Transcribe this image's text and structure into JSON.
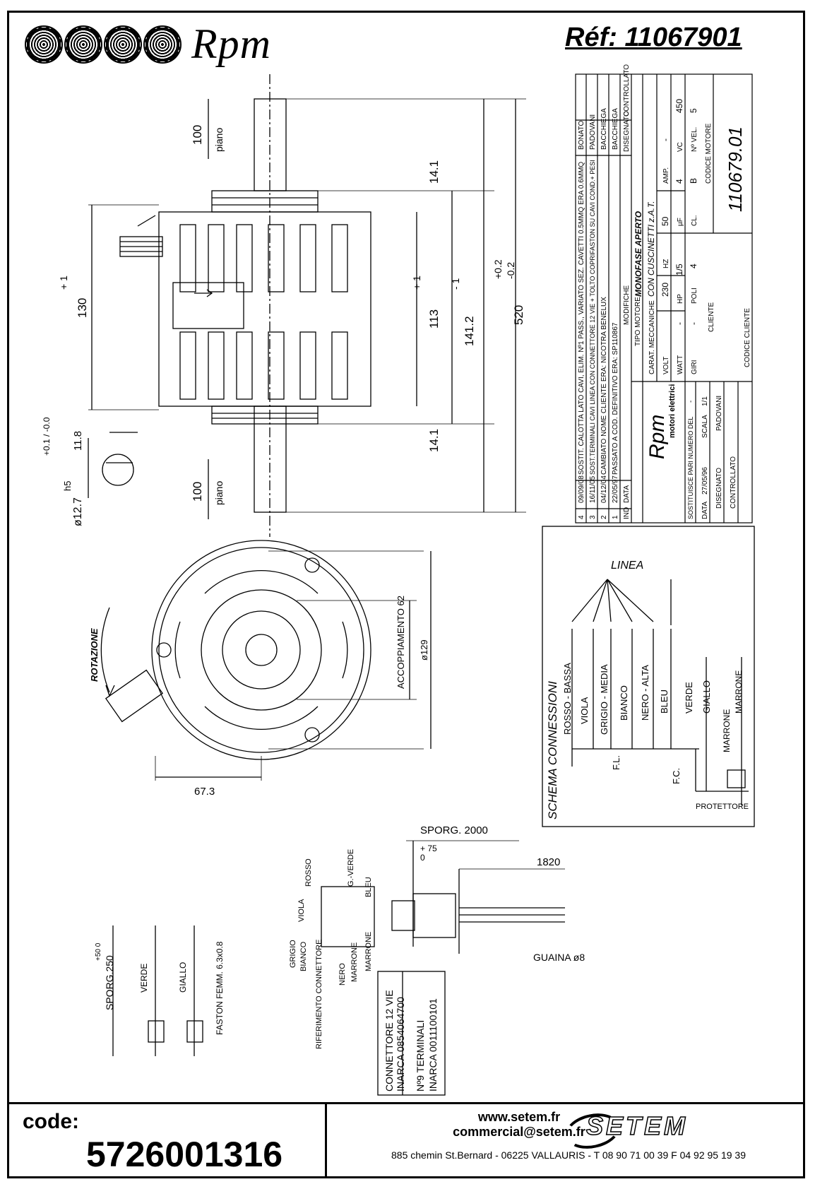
{
  "header": {
    "brand": "Rpm",
    "reference": "Réf: 11067901"
  },
  "dimensions": {
    "plano_top": "100",
    "plano_label": "piano",
    "shaft_left": "14.1",
    "shaft_right": "14.1",
    "body_height": "130",
    "tol_plus1": "+ 1",
    "tol_minus1": "- 1",
    "inner_113": "113",
    "overall_141": "141.2",
    "tol_p02": "+0.2",
    "tol_m02": "-0.2",
    "total_520": "520",
    "plano_bottom": "100",
    "shaft_dia": "ø12.7",
    "shaft_tol": "h5",
    "flat_118": "11.8",
    "flat_tol": "+0.1 / -0.0",
    "accoppiamento": "ACCOPPIAMENTO 62",
    "dia_129": "ø129",
    "dim_673": "67.3",
    "rotazione": "ROTAZIONE",
    "equal_mark": "="
  },
  "title_block": {
    "rows": [
      {
        "ind": "4",
        "date": "09/09/08",
        "note": "SOSTIT. CALOTTA LATO CAVI, ELIM. Nº1 PASS., VARIATO SEZ. CAVETTI 0.5MMQ ERA 0.6MMQ",
        "drawn": "BONATO"
      },
      {
        "ind": "3",
        "date": "16/11/05",
        "note": "SOST.TERMINALI CAVI LINEA CON CONNETTORE 12 VIE + TOLTO COPRIFASTON SU CAVI COND.+ PESI",
        "drawn": "PADOVANI"
      },
      {
        "ind": "2",
        "date": "04/12/04",
        "note": "CAMBIATO NOME CLIENTE ERA: NICOTRA BENELUX",
        "drawn": "BACCHIEGA"
      },
      {
        "ind": "1",
        "date": "22/05/97",
        "note": "PASSATO A COD. DEFINITIVO ERA: SP110867",
        "drawn": "BACCHIEGA"
      }
    ],
    "hdr_ind": "IND",
    "hdr_data": "DATA",
    "hdr_modifiche": "MODIFICHE",
    "hdr_disegnato": "DISEGNATO",
    "hdr_controllato": "CONTROLLATO",
    "company_sub": "motori elettrici",
    "tipo_motore_label": "TIPO MOTORE",
    "tipo_motore": "MONOFASE APERTO",
    "carat_label": "CARAT. MECCANICHE",
    "carat": "CON CUSCINETTI z.A.T.",
    "volt_label": "VOLT",
    "volt": "230",
    "hz_label": "HZ",
    "hz": "50",
    "amp_label": "AMP.",
    "amp": "-",
    "watt_label": "WATT",
    "watt": "-",
    "hp_label": "HP",
    "hp": "1/5",
    "uf_label": "µF",
    "uf": "4",
    "vc_label": "VC",
    "vc": "450",
    "giri_label": "GIRI",
    "giri": "-",
    "poli_label": "POLI",
    "poli": "4",
    "cl_label": "CL.",
    "cl": "B",
    "nvel_label": "Nº VEL.",
    "nvel": "5",
    "sostituisce_label": "SOSTITUISCE PARI NUMERO DEL",
    "sostituisce": "-",
    "cliente_label": "CLIENTE",
    "codice_motore_label": "CODICE MOTORE",
    "codice_motore": "110679.01",
    "data_label": "DATA",
    "data": "27/05/96",
    "scala_label": "SCALA",
    "scala": "1/1",
    "disegnato_label": "DISEGNATO",
    "disegnato": "PADOVANI",
    "controllato_label": "CONTROLLATO",
    "codice_cliente_label": "CODICE CLIENTE"
  },
  "wiring": {
    "title": "SCHEMA CONNESSIONI",
    "linea": "LINEA",
    "wires": [
      "ROSSO - BASSA",
      "VIOLA",
      "GRIGIO - MEDIA",
      "BIANCO",
      "NERO - ALTA",
      "BLEU",
      "VERDE",
      "GIALLO"
    ],
    "marrone1": "MARRONE",
    "marrone2": "MARRONE",
    "fl": "F.L.",
    "fc": "F.C.",
    "protettore": "PROTETTORE"
  },
  "cable": {
    "sporg_2000": "SPORG. 2000",
    "tol_75": "+ 75",
    "tol_0": "0",
    "len_1820": "1820",
    "guaina": "GUAINA ø8",
    "sporg_250": "SPORG.250",
    "sporg_250_tol": "+50 0",
    "verde": "VERDE",
    "giallo": "GIALLO",
    "faston": "FASTON FEMM. 6.3x0.8",
    "conn_labels": [
      "ROSSO",
      "VIOLA",
      "G.-VERDE",
      "BLEU",
      "GRIGIO",
      "BIANCO",
      "NERO",
      "MARRONE",
      "MARRONE"
    ],
    "riferimento": "RIFERIMENTO CONNETTORE",
    "conn_box": [
      "CONNETTORE 12 VIE",
      "INARCA 0854064700",
      "Nº9 TERMINALI",
      "INARCA 0011100101"
    ]
  },
  "footer": {
    "code_label": "code:",
    "code_value": "5726001316",
    "web": "www.setem.fr",
    "email": "commercial@setem.fr",
    "address": "885 chemin St.Bernard  -  06225 VALLAURIS  -  T 08 90 71 00 39   F 04 92 95 19 39",
    "company": "SETEM"
  }
}
